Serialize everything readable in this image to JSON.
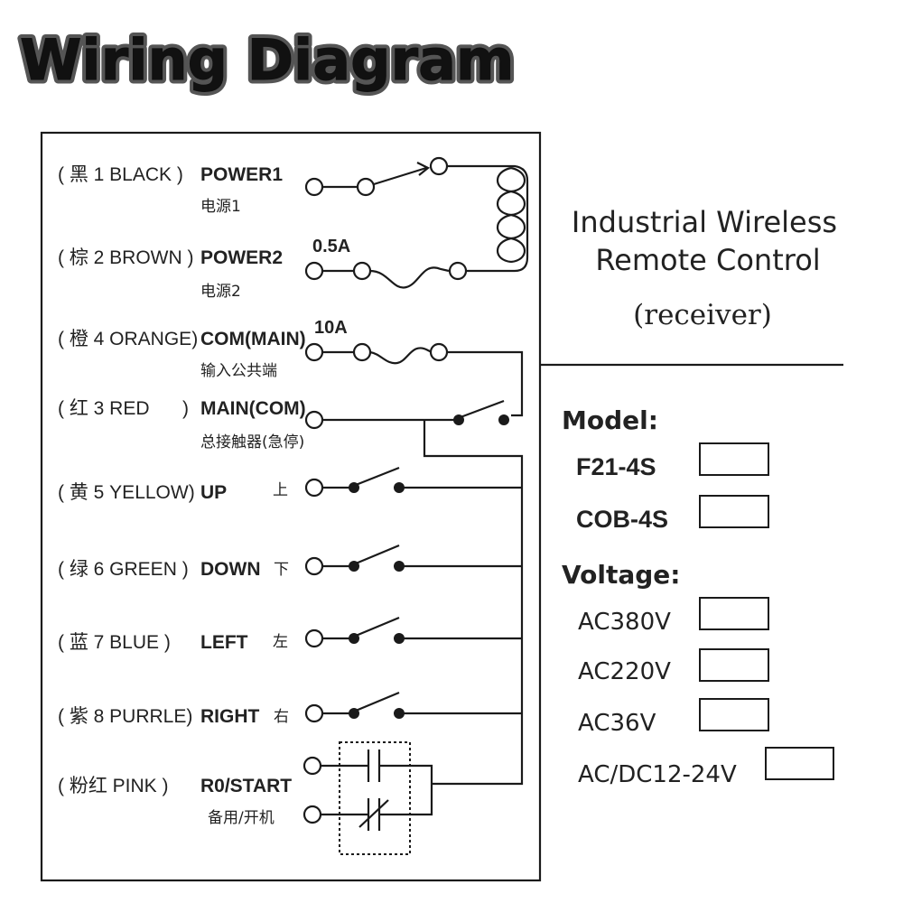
{
  "title": "Wiring Diagram",
  "device": {
    "title_line1": "Industrial Wireless",
    "title_line2": "Remote Control",
    "subtitle": "(receiver)"
  },
  "ratings": {
    "power_fuse": "0.5A",
    "main_fuse": "10A"
  },
  "terminals": [
    {
      "wire": "( 黑 1 BLACK  )",
      "name": "POWER1",
      "cn": "电源1"
    },
    {
      "wire": "( 棕 2 BROWN )",
      "name": "POWER2",
      "cn": "电源2"
    },
    {
      "wire": "( 橙 4 ORANGE)",
      "name": "COM(MAIN)",
      "cn": "输入公共端"
    },
    {
      "wire": "( 红 3 RED",
      "wire_end": ")",
      "name": "MAIN(COM)",
      "cn": "总接触器(急停)"
    },
    {
      "wire": "( 黄 5 YELLOW)",
      "name": "UP",
      "cn": "上"
    },
    {
      "wire": "( 绿 6 GREEN  )",
      "name": "DOWN",
      "cn": "下"
    },
    {
      "wire": "( 蓝 7 BLUE    )",
      "name": "LEFT",
      "cn": "左"
    },
    {
      "wire": "( 紫 8 PURRLE)",
      "name": "RIGHT",
      "cn": "右"
    },
    {
      "wire": "( 粉红  PINK   )",
      "name": "R0/START",
      "cn": "备用/开机"
    }
  ],
  "specs": {
    "model_label": "Model:",
    "models": [
      "F21-4S",
      "COB-4S"
    ],
    "voltage_label": "Voltage:",
    "voltages": [
      "AC380V",
      "AC220V",
      "AC36V",
      "AC/DC12-24V"
    ]
  }
}
